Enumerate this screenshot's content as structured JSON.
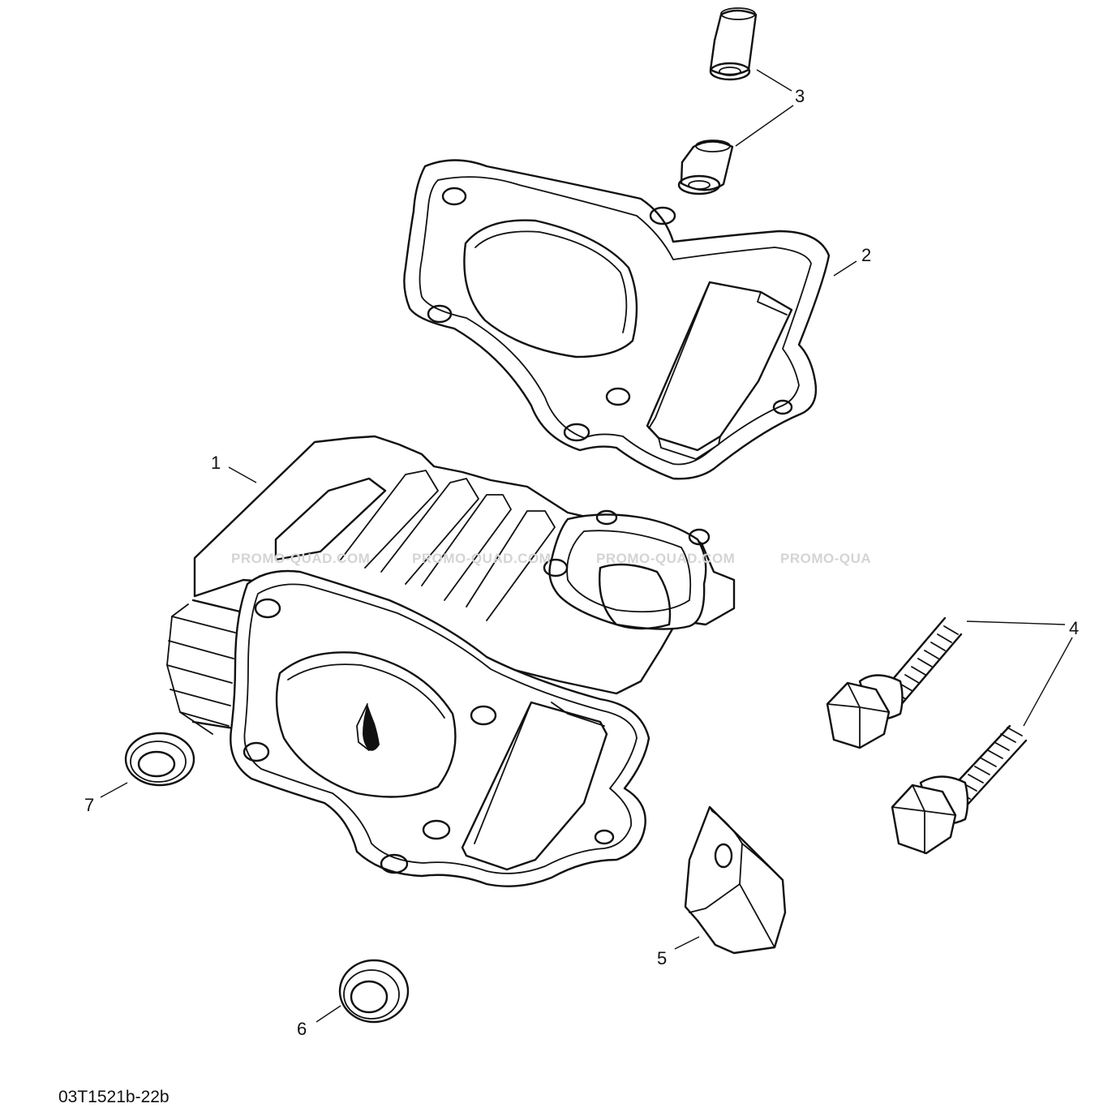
{
  "colors": {
    "ink": "#111111",
    "watermark": "#d4d4d4",
    "background": "#ffffff"
  },
  "callouts": [
    "1",
    "2",
    "3",
    "4",
    "5",
    "6",
    "7"
  ],
  "watermark": [
    "PROMO-QUAD.COM",
    "PROMO-QUAD.COM",
    "PROMO-QUAD.COM",
    "PROMO-QUA"
  ],
  "reference": "03T1521b-22b"
}
